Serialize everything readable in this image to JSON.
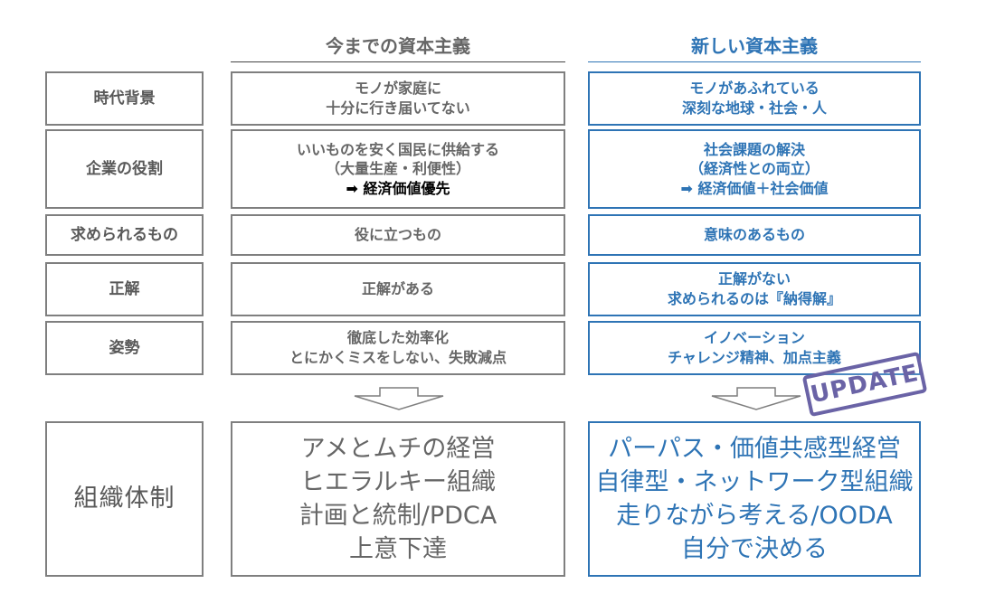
{
  "headers": {
    "old": "今までの資本主義",
    "new": "新しい資本主義"
  },
  "rows": [
    {
      "label": "時代背景",
      "old": [
        "モノが家庭に",
        "十分に行き届いてない"
      ],
      "new": [
        "モノがあふれている",
        "深刻な地球・社会・人"
      ]
    },
    {
      "label": "企業の役割",
      "old": [
        "いいものを安く国民に供給する",
        "（大量生産・利便性）",
        "➡ 経済価値優先"
      ],
      "new": [
        "社会課題の解決",
        "（経済性との両立）",
        "➡ 経済価値＋社会価値"
      ]
    },
    {
      "label": "求められるもの",
      "old": [
        "役に立つもの"
      ],
      "new": [
        "意味のあるもの"
      ]
    },
    {
      "label": "正解",
      "old": [
        "正解がある"
      ],
      "new": [
        "正解がない",
        "求められるのは『納得解』"
      ]
    },
    {
      "label": "姿勢",
      "old": [
        "徹底した効率化",
        "とにかくミスをしない、失敗減点"
      ],
      "new": [
        "イノベーション",
        "チャレンジ精神、加点主義"
      ]
    }
  ],
  "bottom": {
    "label": "組織体制",
    "old": [
      "アメとムチの経営",
      "ヒエラルキー組織",
      "計画と統制/PDCA",
      "上意下達"
    ],
    "new": [
      "パーパス・価値共感型経営",
      "自律型・ネットワーク型組織",
      "走りながら考える/OODA",
      "自分で決める"
    ]
  },
  "stamp": {
    "text": "UPDATE",
    "color": "#6a63a6"
  },
  "colors": {
    "old_border": "#7f7f7f",
    "new_accent": "#2e74b5"
  },
  "icons": {
    "down_arrow": "outline-down-arrow-icon"
  }
}
